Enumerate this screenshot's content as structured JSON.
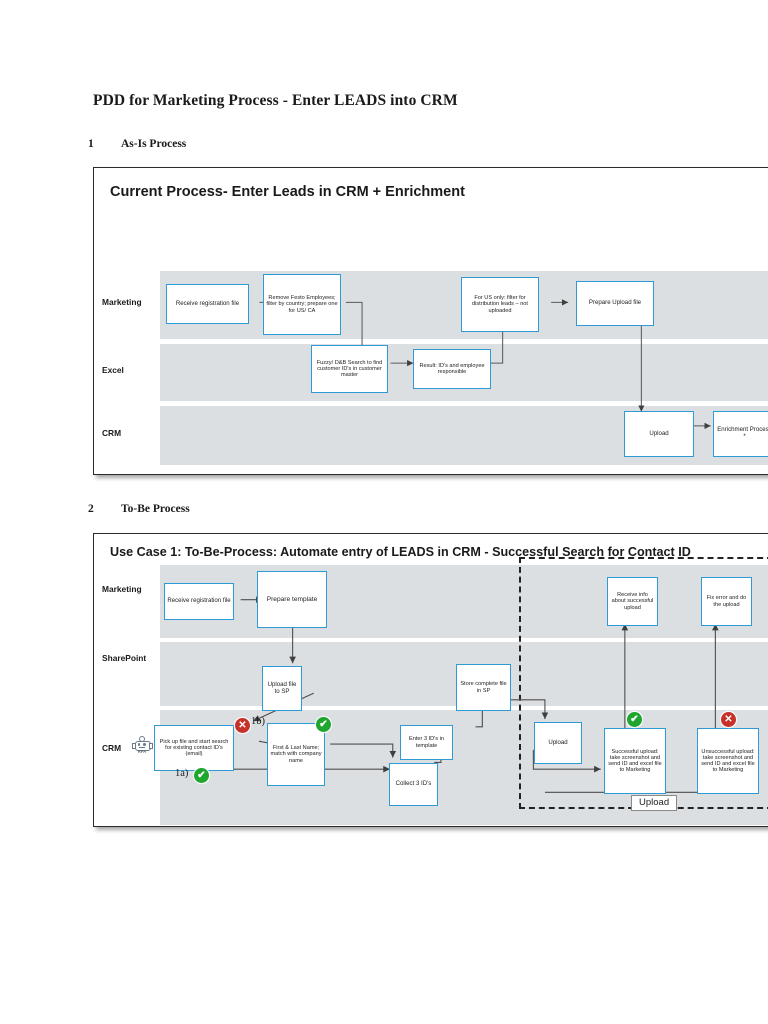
{
  "document": {
    "title": "PDD for Marketing Process - Enter LEADS into CRM",
    "sections": [
      {
        "number": "1",
        "label": "As-Is Process"
      },
      {
        "number": "2",
        "label": "To-Be Process"
      }
    ]
  },
  "colors": {
    "node_border": "#2e9bd6",
    "lane_fill": "#dcdfe1",
    "success": "#1fa62e",
    "error": "#c6312a",
    "connector": "#4a4a4a",
    "frame_border": "#2b2b2b"
  },
  "diagram_asis": {
    "title": "Current Process- Enter Leads in CRM + Enrichment",
    "lanes": [
      {
        "label": "Marketing"
      },
      {
        "label": "Excel"
      },
      {
        "label": "CRM"
      }
    ],
    "nodes": [
      {
        "id": "a1",
        "lane": "Marketing",
        "text": "Receive registration file"
      },
      {
        "id": "a2",
        "lane": "Marketing",
        "text": "Remove Festo Employees; filter by country; prepare one for US/ CA"
      },
      {
        "id": "a3",
        "lane": "Marketing",
        "text": "For US only: filter for distribution leads – not uploaded"
      },
      {
        "id": "a4",
        "lane": "Marketing",
        "text": "Prepare Upload file"
      },
      {
        "id": "a5",
        "lane": "Excel",
        "text": "Fuzzy/ D&B Search to find customer ID's in customer master"
      },
      {
        "id": "a6",
        "lane": "Excel",
        "text": "Result: ID's and employee responsible"
      },
      {
        "id": "a7",
        "lane": "CRM",
        "text": "Upload"
      },
      {
        "id": "a8",
        "lane": "CRM",
        "text": "Enrichment Process *"
      }
    ]
  },
  "diagram_tobe": {
    "title": "Use Case 1: To-Be-Process: Automate entry of LEADS in CRM - Successful Search for Contact ID",
    "lanes": [
      {
        "label": "Marketing"
      },
      {
        "label": "SharePoint"
      },
      {
        "label": "CRM"
      }
    ],
    "crm_lane_icon": "rpa-robot-icon",
    "crm_lane_icon_label": "RPA",
    "group_tag": "Upload",
    "step_labels": [
      {
        "id": "s1a",
        "text": "1a)"
      },
      {
        "id": "s1b",
        "text": "1b)"
      }
    ],
    "badges": [
      {
        "id": "b1",
        "type": "error",
        "glyph": "✕"
      },
      {
        "id": "b2",
        "type": "success",
        "glyph": "✔"
      },
      {
        "id": "b3",
        "type": "success",
        "glyph": "✔"
      },
      {
        "id": "b4",
        "type": "success",
        "glyph": "✔"
      },
      {
        "id": "b5",
        "type": "error",
        "glyph": "✕"
      }
    ],
    "nodes": [
      {
        "id": "t1",
        "lane": "Marketing",
        "text": "Receive registration file"
      },
      {
        "id": "t2",
        "lane": "Marketing",
        "text": "Prepare template"
      },
      {
        "id": "t3",
        "lane": "Marketing",
        "text": "Receive info about successful upload"
      },
      {
        "id": "t4",
        "lane": "Marketing",
        "text": "Fix error and do the upload"
      },
      {
        "id": "t5",
        "lane": "SharePoint",
        "text": "Upload file to SP"
      },
      {
        "id": "t6",
        "lane": "SharePoint",
        "text": "Store complete file in SP"
      },
      {
        "id": "t7",
        "lane": "CRM",
        "text": "Pick up file and start search for existing contact ID's (email)"
      },
      {
        "id": "t8",
        "lane": "CRM",
        "text": "First & Last Name; match with company name"
      },
      {
        "id": "t9",
        "lane": "CRM",
        "text": "Collect 3 ID's"
      },
      {
        "id": "t10",
        "lane": "CRM",
        "text": "Enter 3 ID's in template"
      },
      {
        "id": "t11",
        "lane": "CRM",
        "text": "Upload"
      },
      {
        "id": "t12",
        "lane": "CRM",
        "text": "Successful upload: take screenshot and send ID and excel file to Marketing"
      },
      {
        "id": "t13",
        "lane": "CRM",
        "text": "Unsuccessful upload: take screenshot and send ID and excel file to Marketing"
      }
    ]
  }
}
